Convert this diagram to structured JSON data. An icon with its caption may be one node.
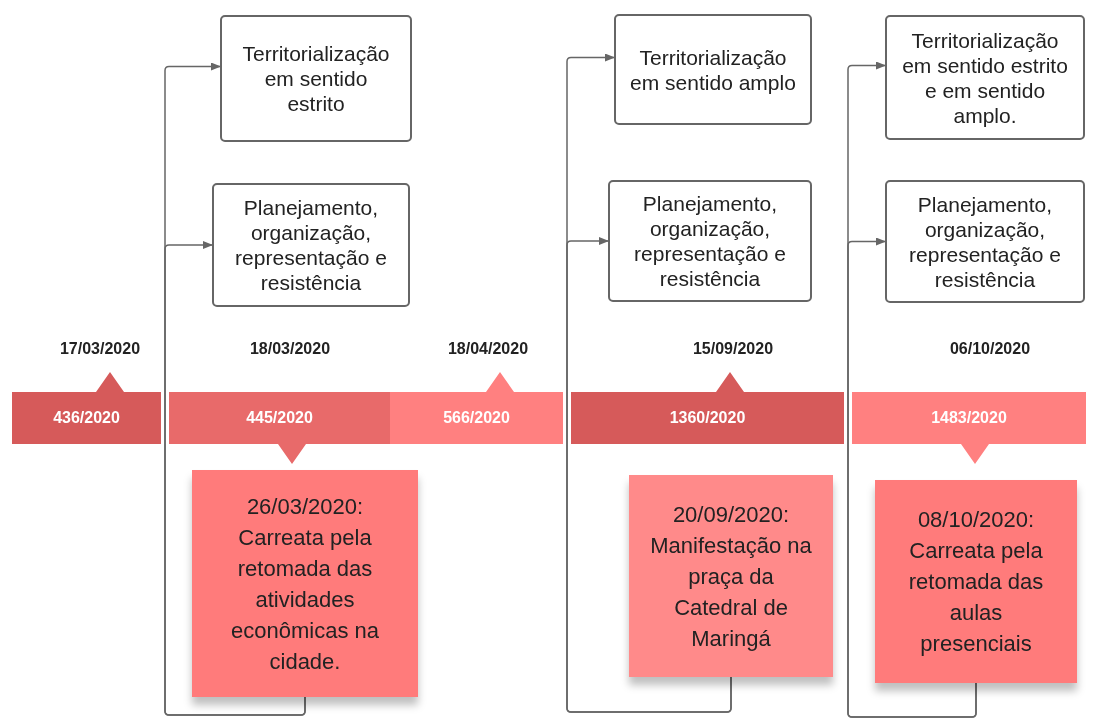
{
  "diagram": {
    "nodes": [
      {
        "text": [
          "Territorialização em sentido estrito"
        ]
      },
      {
        "text": [
          "Planejamento, organização, representação e resistência"
        ]
      },
      {
        "text": [
          "Territorialização em sentido amplo"
        ]
      },
      {
        "text": [
          "Planejamento, organização, representação e resistência"
        ]
      },
      {
        "text": [
          "Territorialização em sentido estrito e em sentido amplo."
        ]
      },
      {
        "text": [
          "Planejamento, organização, representação e resistência"
        ]
      },
      {
        "text": [
          "436/2020"
        ]
      },
      {
        "text": [
          "445/2020"
        ]
      },
      {
        "text": [
          "566/2020"
        ]
      },
      {
        "text": [
          "1360/2020"
        ]
      },
      {
        "text": [
          "1483/2020"
        ]
      },
      {
        "text": [
          "26/03/2020: Carreata pela retomada das atividades econômicas na cidade."
        ]
      },
      {
        "text": [
          "20/09/2020: Manifestação na praça da Catedral de Maringá"
        ]
      },
      {
        "text": [
          "08/10/2020: Carreata pela retomada das aulas presenciais"
        ]
      }
    ],
    "edges": [
      {
        "from": 11,
        "to": 0,
        "arrow": "to"
      },
      {
        "from": 11,
        "to": 1,
        "arrow": "to"
      },
      {
        "from": 12,
        "to": 2,
        "arrow": "to"
      },
      {
        "from": 12,
        "to": 3,
        "arrow": "to"
      },
      {
        "from": 13,
        "to": 4,
        "arrow": "to"
      },
      {
        "from": 13,
        "to": 5,
        "arrow": "to"
      }
    ],
    "labels": [
      "17/03/2020",
      "18/03/2020",
      "18/04/2020",
      "15/09/2020",
      "06/10/2020"
    ]
  }
}
